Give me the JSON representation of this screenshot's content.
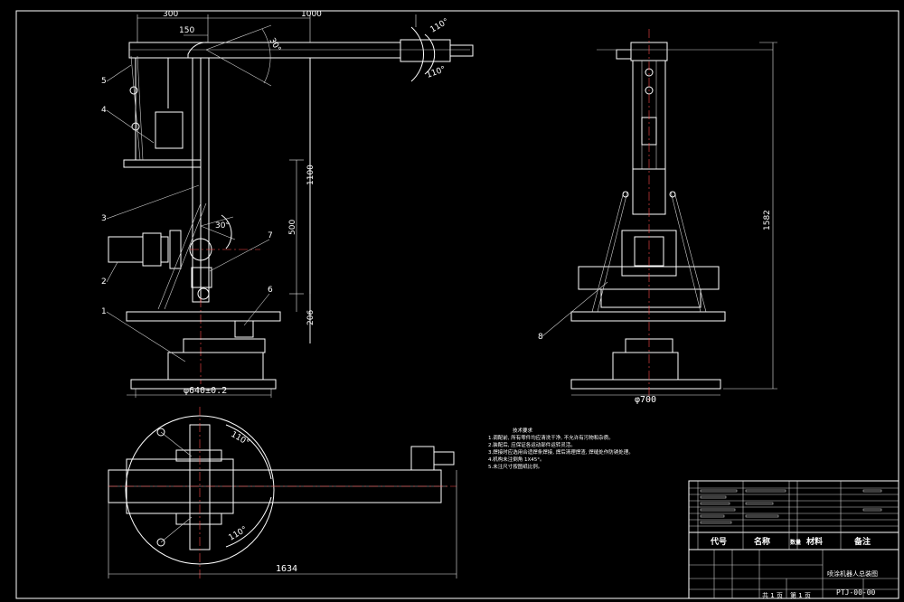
{
  "drawing": {
    "dimensions": {
      "d300": "300",
      "d150": "150",
      "d1000": "1000",
      "d1100": "1100",
      "d500": "500",
      "d206": "206",
      "d640": "φ640±0.2",
      "d700": "φ700",
      "d1582": "1582",
      "d1634": "1634",
      "a30": "30°",
      "a110top": "110°",
      "a110bot": "110°",
      "a110plan": "110°",
      "a110plan2": "110°",
      "a30mid": "30°"
    },
    "part_labels": [
      "1",
      "2",
      "3",
      "4",
      "5",
      "6",
      "7",
      "8"
    ],
    "notes": {
      "heading": "技术要求",
      "lines": [
        "1.调配前, 所有零件均应清洗干净, 不允许有污物和杂质。",
        "2.装配后, 应保证各运动部件运转灵活。",
        "3.焊接时应选用合适焊条焊接, 焊后清理焊渣, 焊缝处作防锈处理。",
        "4.机构未注倒角 1X45°。",
        "5.未注尺寸按图纸比例。"
      ]
    },
    "title_block": {
      "col_code": "代号",
      "col_name": "名称",
      "col_qty": "数量",
      "col_material": "材料",
      "col_remark": "备注",
      "drawing_title": "喷涂机器人总装图",
      "drawing_number": "PTJ-00-00",
      "sheets_total": "共 1 页",
      "sheet_no": "第 1 页"
    }
  }
}
